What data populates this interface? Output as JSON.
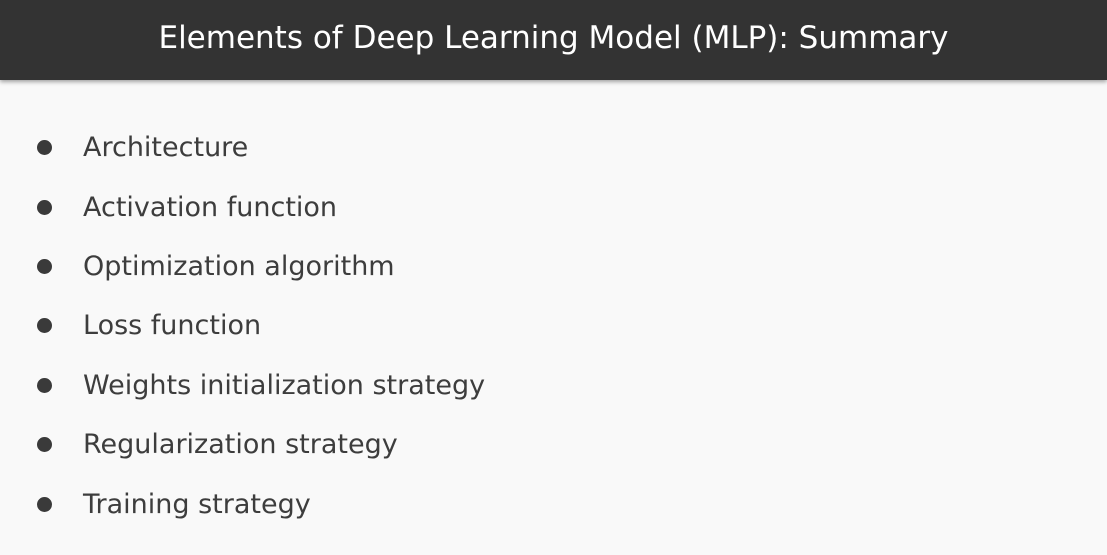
{
  "slide": {
    "title": "Elements of Deep Learning Model (MLP): Summary",
    "items": [
      "Architecture",
      "Activation function",
      "Optimization algorithm",
      "Loss function",
      "Weights initialization strategy",
      "Regularization strategy",
      "Training strategy"
    ]
  },
  "colors": {
    "title_bar_background": "#333333",
    "title_text": "#ffffff",
    "page_background": "#f9f9f9",
    "body_text": "#3d3d3d"
  }
}
